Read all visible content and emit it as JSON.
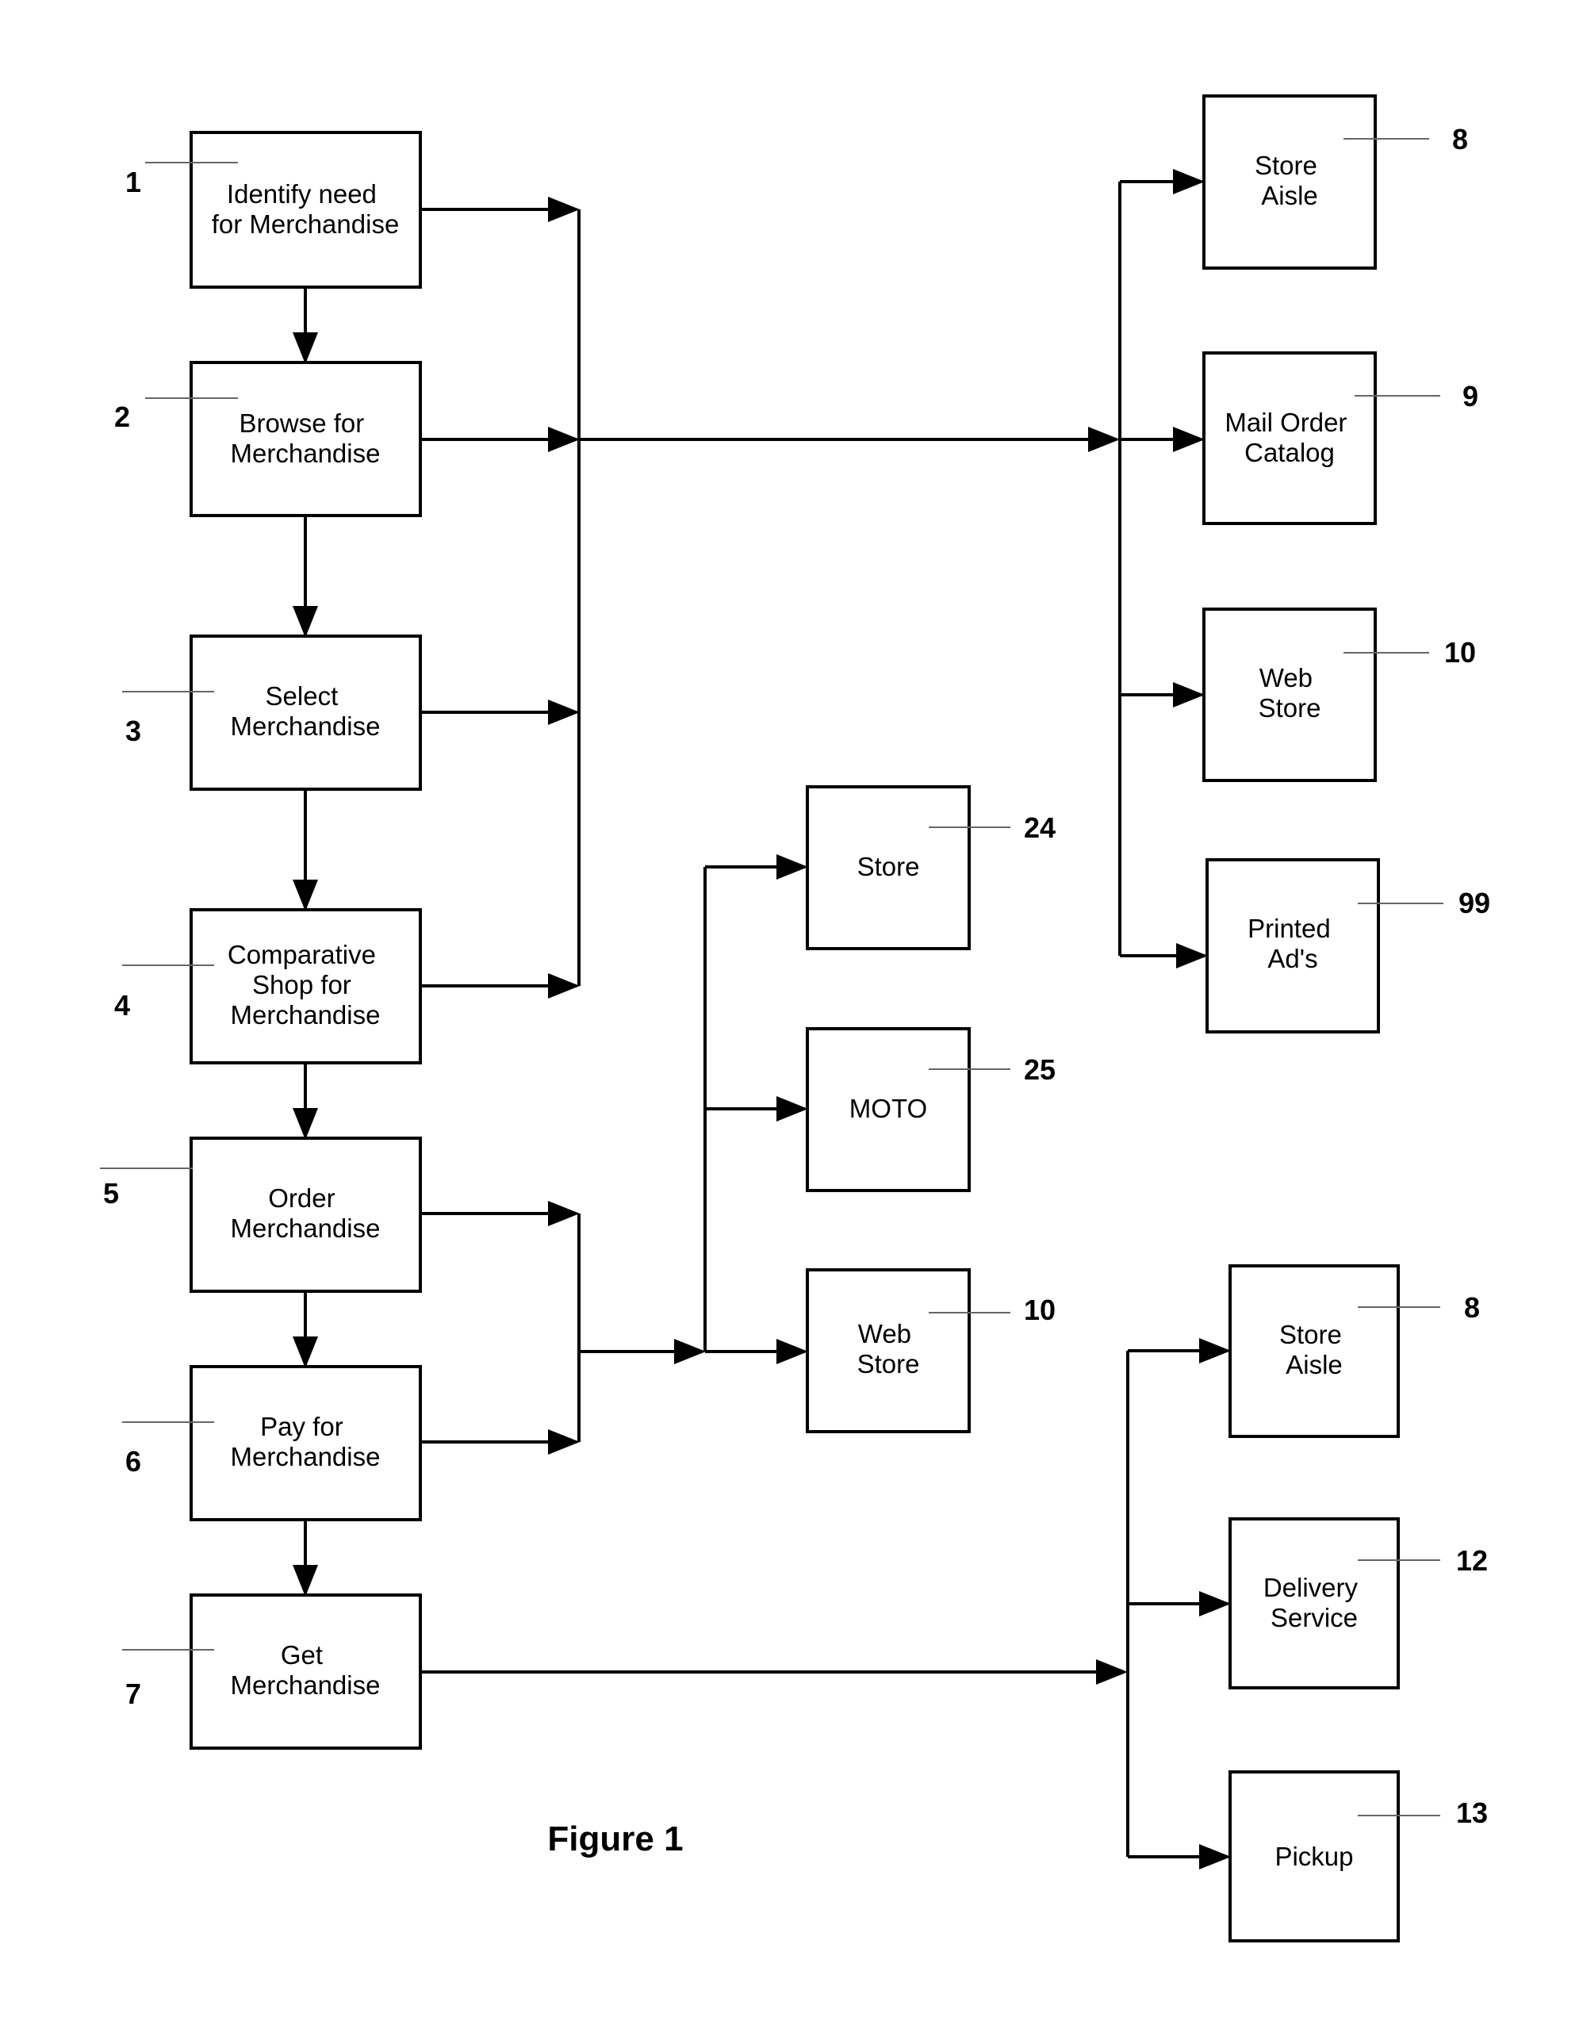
{
  "figure": {
    "caption": "Figure 1"
  },
  "process_steps": [
    {
      "ref": "1",
      "lines": [
        "Identify need",
        "for Merchandise"
      ]
    },
    {
      "ref": "2",
      "lines": [
        "Browse for",
        "Merchandise"
      ]
    },
    {
      "ref": "3",
      "lines": [
        "Select",
        "Merchandise"
      ]
    },
    {
      "ref": "4",
      "lines": [
        "Comparative",
        "Shop for",
        "Merchandise"
      ]
    },
    {
      "ref": "5",
      "lines": [
        "Order",
        "Merchandise"
      ]
    },
    {
      "ref": "6",
      "lines": [
        "Pay for",
        "Merchandise"
      ]
    },
    {
      "ref": "7",
      "lines": [
        "Get",
        "Merchandise"
      ]
    }
  ],
  "shopping_channels": [
    {
      "ref": "8",
      "lines": [
        "Store",
        "Aisle"
      ]
    },
    {
      "ref": "9",
      "lines": [
        "Mail Order",
        "Catalog"
      ]
    },
    {
      "ref": "10",
      "lines": [
        "Web",
        "Store"
      ]
    },
    {
      "ref": "99",
      "lines": [
        "Printed",
        "Ad's"
      ]
    }
  ],
  "order_channels": [
    {
      "ref": "24",
      "lines": [
        "Store"
      ]
    },
    {
      "ref": "25",
      "lines": [
        "MOTO"
      ]
    },
    {
      "ref": "10",
      "lines": [
        "Web",
        "Store"
      ]
    }
  ],
  "fulfillment_channels": [
    {
      "ref": "8",
      "lines": [
        "Store",
        "Aisle"
      ]
    },
    {
      "ref": "12",
      "lines": [
        "Delivery",
        "Service"
      ]
    },
    {
      "ref": "13",
      "lines": [
        "Pickup"
      ]
    }
  ]
}
